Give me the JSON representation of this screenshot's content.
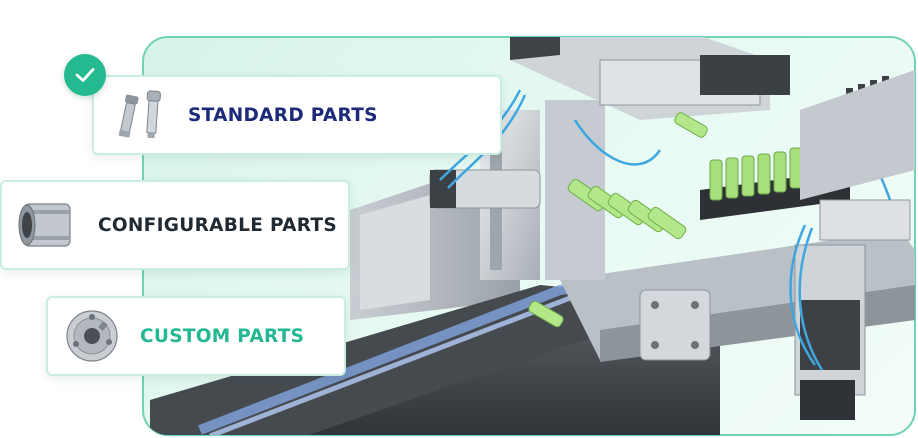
{
  "options": [
    {
      "label": "STANDARD PARTS",
      "icon": "pin-parts-icon",
      "selected": true
    },
    {
      "label": "CONFIGURABLE PARTS",
      "icon": "linear-bearing-icon",
      "selected": false
    },
    {
      "label": "CUSTOM PARTS",
      "icon": "custom-flange-icon",
      "selected": false
    }
  ],
  "colors": {
    "accent": "#25b98f",
    "standard_text": "#1d2a7a",
    "configurable_text": "#1f2a33",
    "custom_text": "#23b892",
    "panel_border": "#6fd3b4"
  },
  "icons": {
    "selected_marker": "checkmark-icon"
  }
}
